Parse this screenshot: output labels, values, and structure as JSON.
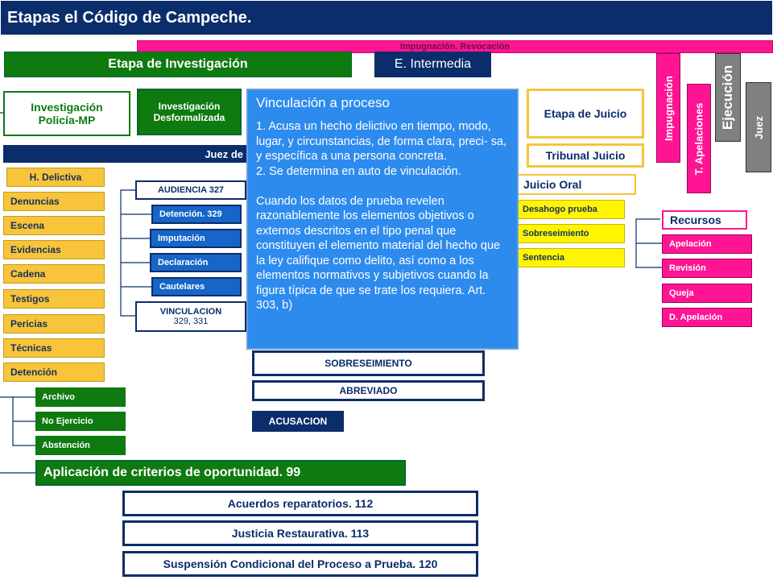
{
  "title": "Etapas el Código de Campeche.",
  "impugnacion_banner": "Impugnación. Revocación",
  "stages": {
    "investigacion": "Etapa de Investigación",
    "intermedia": "E. Intermedia",
    "inv_policia": "Investigación Policía-MP",
    "inv_desformalizada": "Investigación Desformalizada",
    "juez_de": "Juez de",
    "juicio": "Etapa de Juicio",
    "tribunal": "Tribunal Juicio",
    "juicio_oral": "Juicio Oral",
    "impugnacion": "Impugnación",
    "t_apelaciones": "T. Apelaciones",
    "ejecucion": "Ejecución",
    "juez": "Juez"
  },
  "investigation_items": [
    "H. Delictiva",
    "Denuncias",
    "Escena",
    "Evidencias",
    "Cadena",
    "Testigos",
    "Pericias",
    "Técnicas",
    "Detención"
  ],
  "audiencia": {
    "main": "AUDIENCIA 327",
    "items": [
      "Detención. 329",
      "Imputación",
      "Declaración",
      "Cautelares"
    ],
    "vinculacion_line1": "VINCULACION",
    "vinculacion_line2": "329, 331"
  },
  "juicio_items": [
    "Desahogo prueba",
    "Sobreseimiento",
    "Sentencia"
  ],
  "recursos": {
    "title": "Recursos",
    "items": [
      "Apelación",
      "Revisión",
      "Queja",
      "D. Apelación"
    ]
  },
  "outcomes": [
    "SOBRESEIMIENTO",
    "ABREVIADO",
    "ACUSACION"
  ],
  "archivo_items": [
    "Archivo",
    "No Ejercicio",
    "Abstención"
  ],
  "criterios": "Aplicación de criterios de oportunidad. 99",
  "alternativas": [
    "Acuerdos reparatorios. 112",
    "Justicia Restaurativa. 113",
    "Suspensión Condicional del Proceso a Prueba. 120"
  ],
  "popup": {
    "title": "Vinculación a proceso",
    "body": "1. Acusa un hecho delictivo en tiempo, modo, lugar, y circunstancias, de forma clara, preci- sa, y específica a una persona concreta.\n2. Se determina en auto de vinculación.\n\nCuando los datos de prueba revelen razonablemente los elementos objetivos o externos descritos en el tipo penal que constituyen el elemento material del hecho que la ley califique como delito, así como a los elementos normativos y subjetivos cuando la figura típica de que se trate los requiera. Art.  303, b)"
  }
}
